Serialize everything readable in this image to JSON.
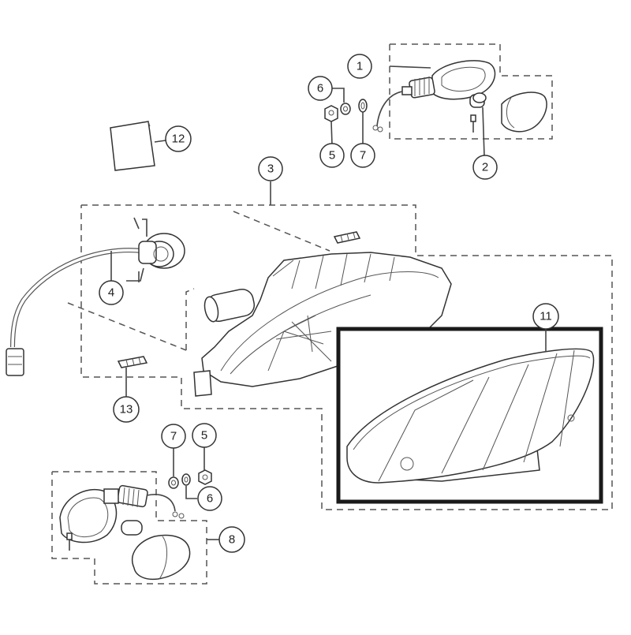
{
  "callouts": {
    "c1": "1",
    "c2": "2",
    "c3": "3",
    "c4": "4",
    "c5_top": "5",
    "c5_bottom": "5",
    "c6_top": "6",
    "c6_bottom": "6",
    "c7_top": "7",
    "c7_bottom": "7",
    "c8": "8",
    "c11": "11",
    "c12": "12",
    "c13": "13"
  },
  "colors": {
    "line": "#333333",
    "highlight_border": "#1a1a1a",
    "background": "#ffffff"
  }
}
